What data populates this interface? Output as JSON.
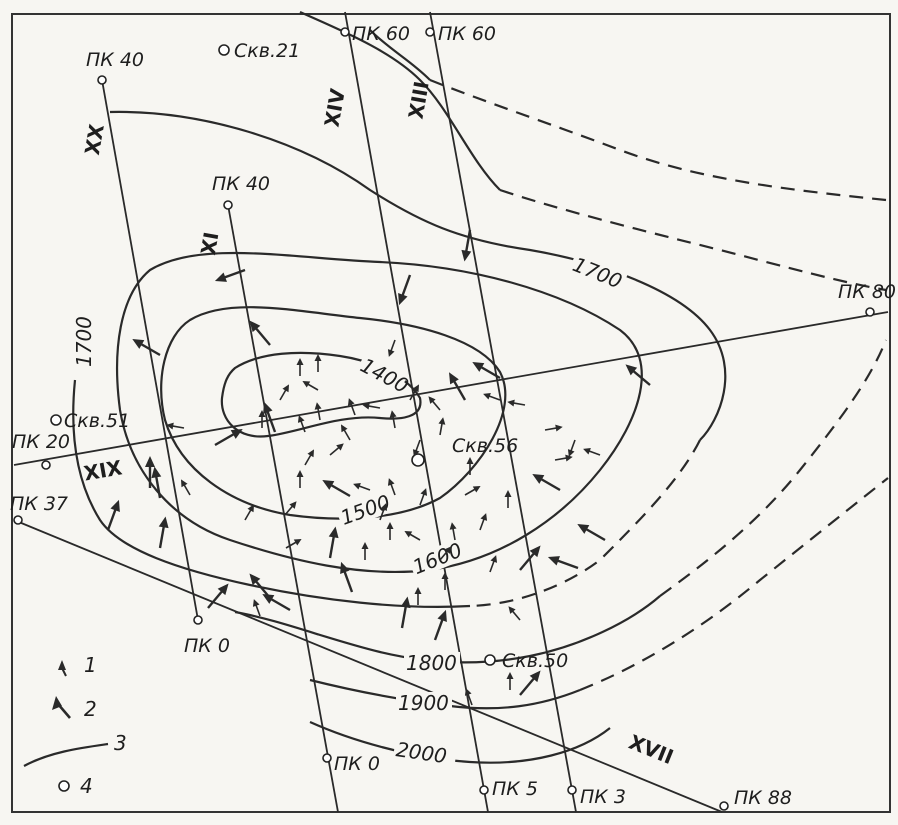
{
  "profiles": {
    "XX": {
      "label": "XX",
      "pk_top": "ПК 40",
      "pk_bottom": "ПК 0"
    },
    "XI": {
      "label": "XI",
      "pk_top": "ПК 40",
      "pk_bottom": "ПК 0"
    },
    "XIV": {
      "label": "XIV",
      "pk_top": "ПК 60",
      "pk_bottom": "ПК 5"
    },
    "XIII": {
      "label": "XIII",
      "pk_top": "ПК 60",
      "pk_bottom": "ПК 3"
    },
    "XIX": {
      "label": "XIX",
      "pk_left": "ПК 20",
      "pk_right": "ПК 80"
    },
    "XVII": {
      "label": "XVII",
      "pk_left": "ПК 37",
      "pk_right": "ПК 88"
    }
  },
  "wells": {
    "w21": "Скв.21",
    "w51": "Скв.51",
    "w56": "Скв.56",
    "w50": "Скв.50"
  },
  "contours": {
    "c1400": "1400",
    "c1500": "1500",
    "c1600": "1600",
    "c1700a": "1700",
    "c1700b": "1700",
    "c1800": "1800",
    "c1900": "1900",
    "c2000": "2000"
  },
  "legend": {
    "item1": "1",
    "item2": "2",
    "item3": "3",
    "item4": "4"
  }
}
